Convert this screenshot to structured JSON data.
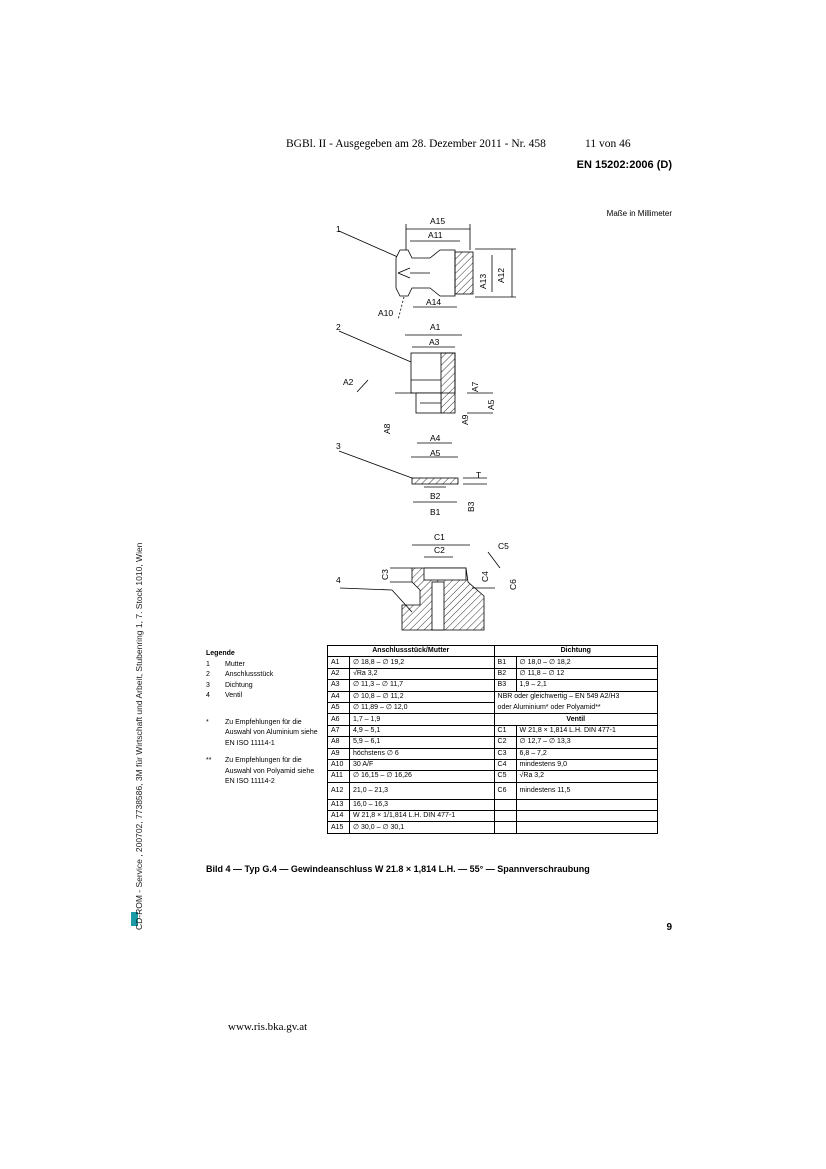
{
  "header": {
    "publication": "BGBl. II - Ausgegeben am 28. Dezember 2011 - Nr. 458",
    "page_of": "11 von 46",
    "standard": "EN 15202:2006 (D)",
    "units_note": "Maße in Millimeter"
  },
  "drawing": {
    "part_labels": [
      "1",
      "2",
      "3",
      "4"
    ],
    "part1": {
      "A15": "A15",
      "A11": "A11",
      "A13": "A13",
      "A12": "A12",
      "A10": "A10",
      "A14": "A14"
    },
    "part2": {
      "A1": "A1",
      "A3": "A3",
      "A2": "A2",
      "A7": "A7",
      "A5": "A5",
      "A8": "A8",
      "A9": "A9",
      "A4": "A4"
    },
    "part3": {
      "T": "T",
      "B2": "B2",
      "B1": "B1",
      "B3": "B3"
    },
    "part4": {
      "C1": "C1",
      "C2": "C2",
      "C3": "C3",
      "C4": "C4",
      "C5": "C5",
      "C6": "C6"
    }
  },
  "legend": {
    "title": "Legende",
    "items": [
      {
        "num": "1",
        "text": "Mutter"
      },
      {
        "num": "2",
        "text": "Anschlussstück"
      },
      {
        "num": "3",
        "text": "Dichtung"
      },
      {
        "num": "4",
        "text": "Ventil"
      }
    ],
    "notes": [
      {
        "mark": "*",
        "text": "Zu Empfehlungen für die Auswahl von Aluminium siehe EN ISO 11114-1"
      },
      {
        "mark": "**",
        "text": "Zu Empfehlungen für die Auswahl von Polyamid siehe EN ISO 11114-2"
      }
    ]
  },
  "table": {
    "head_left": "Anschlussstück/Mutter",
    "head_right": "Dichtung",
    "ventil_head": "Ventil",
    "rows": [
      {
        "lc": "A1",
        "lv": "∅ 18,8 – ∅ 19,2",
        "rc": "B1",
        "rv": "∅ 18,0 – ∅ 18,2"
      },
      {
        "lc": "A2",
        "lv": "√Ra 3,2",
        "rc": "B2",
        "rv": "∅ 11,8 – ∅ 12"
      },
      {
        "lc": "A3",
        "lv": "∅ 11,3 – ∅ 11,7",
        "rc": "B3",
        "rv": "1,9 – 2,1"
      },
      {
        "lc": "A4",
        "lv": "∅ 10,8 – ∅ 11,2",
        "rc": "",
        "rv": "NBR oder gleichwertig – EN 549 A2/H3"
      },
      {
        "lc": "A5",
        "lv": "∅ 11,89 – ∅ 12,0",
        "rc": "",
        "rv": "oder Aluminium* oder Polyamid**"
      },
      {
        "lc": "A6",
        "lv": "1,7 – 1,9",
        "rc": "",
        "rv": ""
      },
      {
        "lc": "A7",
        "lv": "4,9 – 5,1",
        "rc": "C1",
        "rv": "W 21,8 × 1,814 L.H. DIN 477-1"
      },
      {
        "lc": "A8",
        "lv": "5,9 – 6,1",
        "rc": "C2",
        "rv": "∅ 12,7 – ∅ 13,3"
      },
      {
        "lc": "A9",
        "lv": "höchstens ∅ 6",
        "rc": "C3",
        "rv": "6,8 – 7,2"
      },
      {
        "lc": "A10",
        "lv": "30 A/F",
        "rc": "C4",
        "rv": "mindestens 9,0"
      },
      {
        "lc": "A11",
        "lv": "∅ 16,15 – ∅ 16,26",
        "rc": "C5",
        "rv": "√Ra 3,2"
      },
      {
        "lc": "A12",
        "lv": "21,0 – 21,3",
        "rc": "C6",
        "rv": "mindestens 11,5"
      },
      {
        "lc": "A13",
        "lv": "16,0 – 16,3",
        "rc": "",
        "rv": ""
      },
      {
        "lc": "A14",
        "lv": "W 21,8 × 1/1,814 L.H. DIN 477-1",
        "rc": "",
        "rv": ""
      },
      {
        "lc": "A15",
        "lv": "∅ 30,0 – ∅ 30,1",
        "rc": "",
        "rv": ""
      }
    ]
  },
  "caption": "Bild 4 — Typ G.4 — Gewindeanschluss W 21.8 × 1,814 L.H. — 55° — Spannverschraubung",
  "page_number": "9",
  "footer_url": "www.ris.bka.gv.at",
  "side_text": "CD-ROM - Service , 200702, 7738586, 3M für Wirtschaft und Arbeit, Stubenring 1, 7. Stock 1010, Wien"
}
